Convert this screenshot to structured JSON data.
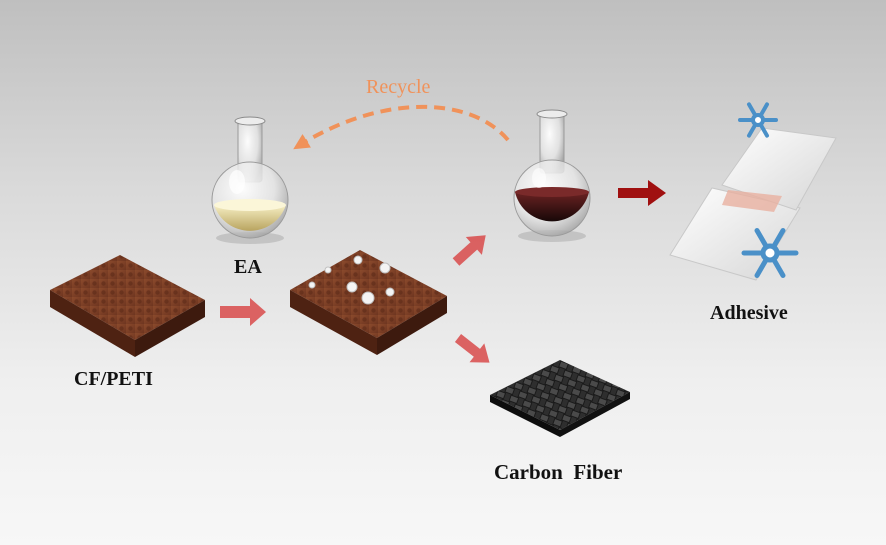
{
  "labels": {
    "recycle": "Recycle",
    "ea": "EA",
    "cf_peti": "CF/PETI",
    "adhesive": "Adhesive",
    "carbon_fiber": "Carbon  Fiber"
  },
  "colors": {
    "composite": "#7a3a22",
    "recycle_arrow": "#f0925a",
    "process_arrow": "#d84a4a",
    "adhesive_arrow": "#a01010",
    "snowflake": "#4a90c8",
    "ea_liquid": "#e6d9a0",
    "dark_solution": "#3a1414"
  },
  "icons": {
    "left_flask": "flask-icon",
    "right_flask": "flask-icon",
    "snowflakes": "snowflake-icon",
    "carbon_weave": "carbon-fiber-weave-icon"
  }
}
